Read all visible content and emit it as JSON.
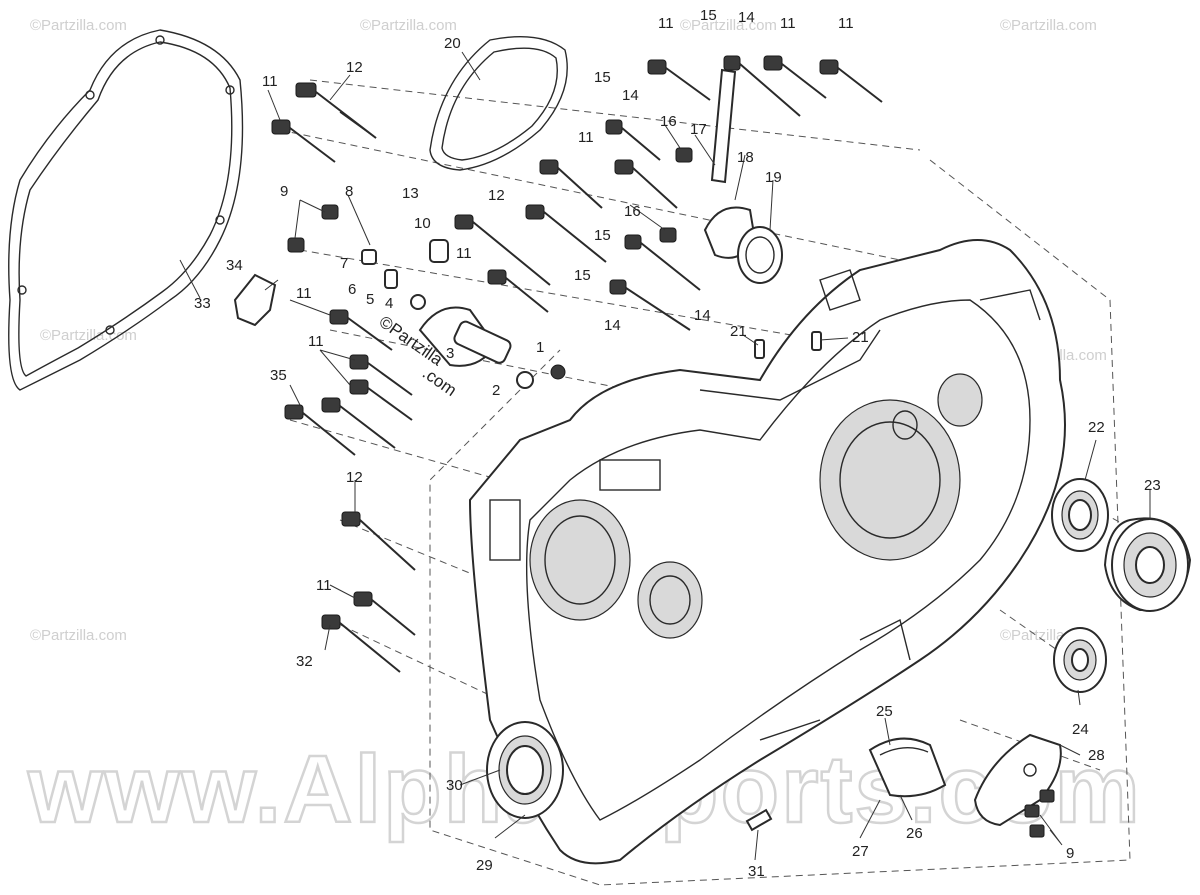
{
  "watermarks": {
    "small": "©Partzilla.com",
    "center_line1": "©Partzilla",
    "center_line2": ".com",
    "big": "www.Alpha-Sports.com"
  },
  "callouts": [
    "1",
    "2",
    "3",
    "4",
    "5",
    "6",
    "7",
    "8",
    "9",
    "10",
    "11",
    "12",
    "13",
    "14",
    "15",
    "16",
    "17",
    "18",
    "19",
    "20",
    "21",
    "22",
    "23",
    "24",
    "25",
    "26",
    "27",
    "28",
    "29",
    "30",
    "31",
    "32",
    "33",
    "34",
    "35"
  ],
  "colors": {
    "line": "#2a2a2a",
    "watermark": "#d4d4d4"
  }
}
